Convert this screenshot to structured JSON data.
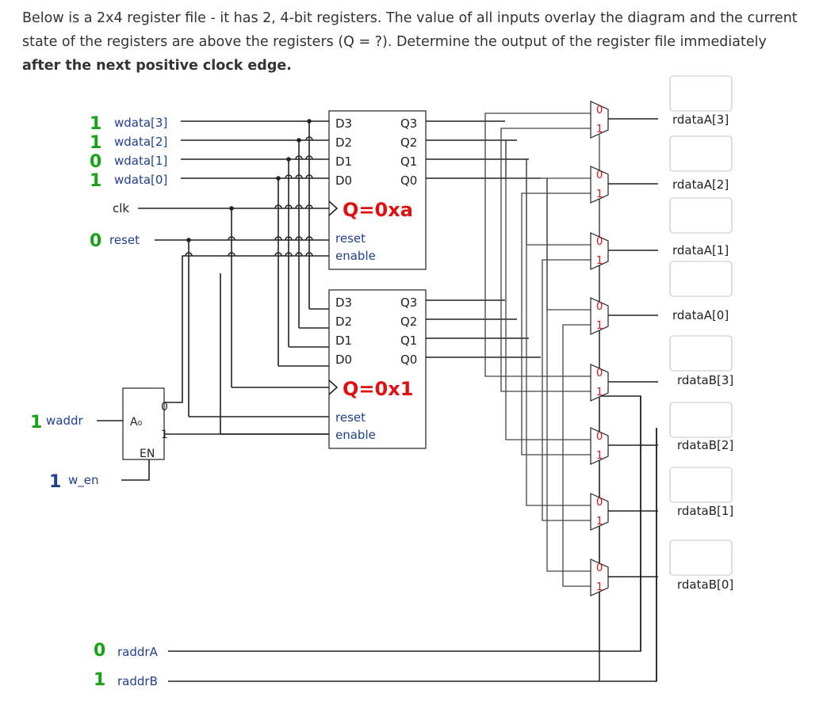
{
  "question": {
    "text": "Below is a 2x4 register file - it has 2, 4-bit registers. The value of all inputs overlay the diagram and the current state of the registers are above the registers (Q = ?). Determine the output of the register file immediately",
    "bold": "after the next positive clock edge."
  },
  "inputs": {
    "wdata": [
      {
        "label": "wdata[3]",
        "value": "1"
      },
      {
        "label": "wdata[2]",
        "value": "1"
      },
      {
        "label": "wdata[1]",
        "value": "0"
      },
      {
        "label": "wdata[0]",
        "value": "1"
      }
    ],
    "clk": {
      "label": "clk"
    },
    "reset": {
      "label": "reset",
      "value": "0"
    },
    "waddr": {
      "label": "waddr",
      "value": "1"
    },
    "w_en": {
      "label": "w_en",
      "value": "1"
    },
    "raddrA": {
      "label": "raddrA",
      "value": "0"
    },
    "raddrB": {
      "label": "raddrB",
      "value": "1"
    }
  },
  "registers": [
    {
      "d": [
        "D3",
        "D2",
        "D1",
        "D0"
      ],
      "q": [
        "Q3",
        "Q2",
        "Q1",
        "Q0"
      ],
      "state": "Q=0xa",
      "reset": "reset",
      "enable": "enable"
    },
    {
      "d": [
        "D3",
        "D2",
        "D1",
        "D0"
      ],
      "q": [
        "Q3",
        "Q2",
        "Q1",
        "Q0"
      ],
      "state": "Q=0x1",
      "reset": "reset",
      "enable": "enable"
    }
  ],
  "decoder": {
    "input": "A₀",
    "out0": "0",
    "out1": "1",
    "enable": "EN"
  },
  "mux": {
    "in0": "0",
    "in1": "1"
  },
  "outputs": [
    {
      "label": "rdataA[3]",
      "answer": ""
    },
    {
      "label": "rdataA[2]",
      "answer": ""
    },
    {
      "label": "rdataA[1]",
      "answer": ""
    },
    {
      "label": "rdataA[0]",
      "answer": ""
    },
    {
      "label": "rdataB[3]",
      "answer": ""
    },
    {
      "label": "rdataB[2]",
      "answer": ""
    },
    {
      "label": "rdataB[1]",
      "answer": ""
    },
    {
      "label": "rdataB[0]",
      "answer": ""
    }
  ],
  "colors": {
    "one": "#17a317",
    "zero": "#17a317",
    "blue_one": "#1f3f8f",
    "red": "#e01010"
  }
}
